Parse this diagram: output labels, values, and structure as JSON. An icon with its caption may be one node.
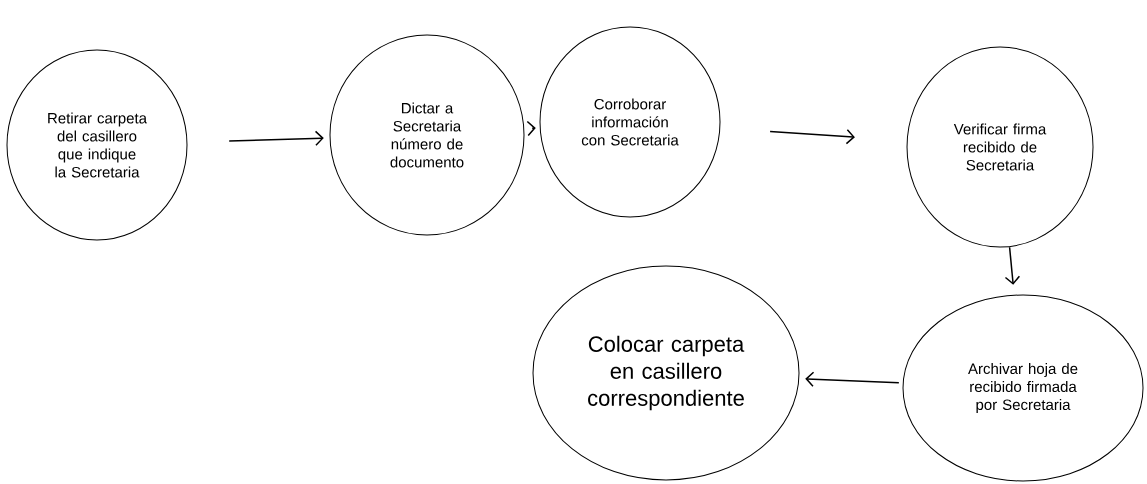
{
  "diagram": {
    "nodes": [
      {
        "text": [
          "Retirar carpeta del casillero que indique la Secretaria"
        ]
      },
      {
        "text": [
          "Dictar a Secretaria número de documento"
        ]
      },
      {
        "text": [
          "Corroborar información con Secretaria"
        ]
      },
      {
        "text": [
          "Verificar firma recibido de Secretaria"
        ]
      },
      {
        "text": [
          "Archivar hoja de recibido firmada por Secretaria"
        ]
      },
      {
        "text": [
          "Colocar carpeta en casillero correspondiente"
        ]
      }
    ],
    "edges": [
      {
        "from": 0,
        "to": 1,
        "arrow": "to"
      },
      {
        "from": 1,
        "to": 2,
        "arrow": "to"
      },
      {
        "from": 2,
        "to": 3,
        "arrow": "to"
      },
      {
        "from": 3,
        "to": 4,
        "arrow": "to"
      },
      {
        "from": 4,
        "to": 5,
        "arrow": "to"
      }
    ]
  }
}
